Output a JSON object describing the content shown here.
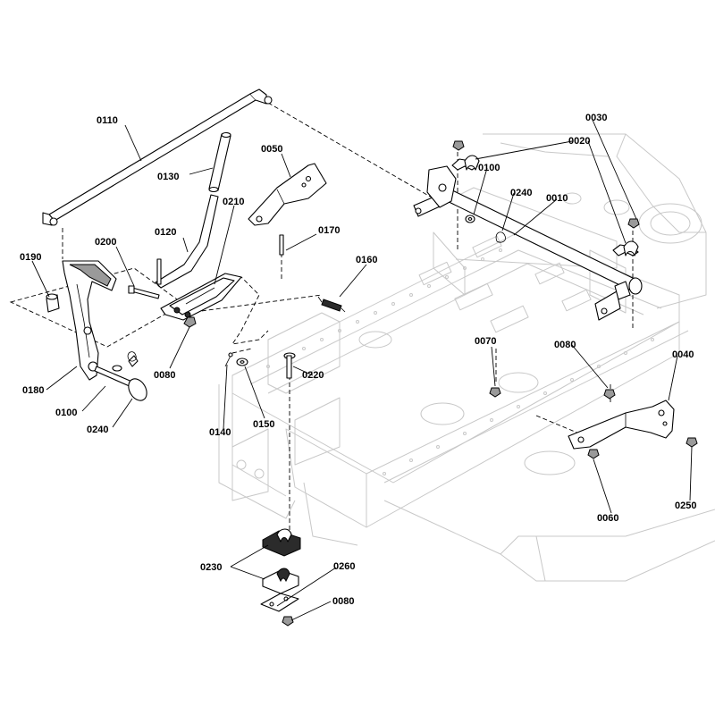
{
  "callouts": [
    {
      "text": "0110"
    },
    {
      "text": "0130"
    },
    {
      "text": "0050"
    },
    {
      "text": "0210"
    },
    {
      "text": "0200"
    },
    {
      "text": "0120"
    },
    {
      "text": "0170"
    },
    {
      "text": "0190"
    },
    {
      "text": "0160"
    },
    {
      "text": "0180"
    },
    {
      "text": "0100"
    },
    {
      "text": "0240"
    },
    {
      "text": "0080"
    },
    {
      "text": "0140"
    },
    {
      "text": "0150"
    },
    {
      "text": "0220"
    },
    {
      "text": "0030"
    },
    {
      "text": "0020"
    },
    {
      "text": "0100"
    },
    {
      "text": "0240"
    },
    {
      "text": "0010"
    },
    {
      "text": "0070"
    },
    {
      "text": "0080"
    },
    {
      "text": "0040"
    },
    {
      "text": "0060"
    },
    {
      "text": "0250"
    },
    {
      "text": "0230"
    },
    {
      "text": "0260"
    },
    {
      "text": "0080"
    }
  ]
}
